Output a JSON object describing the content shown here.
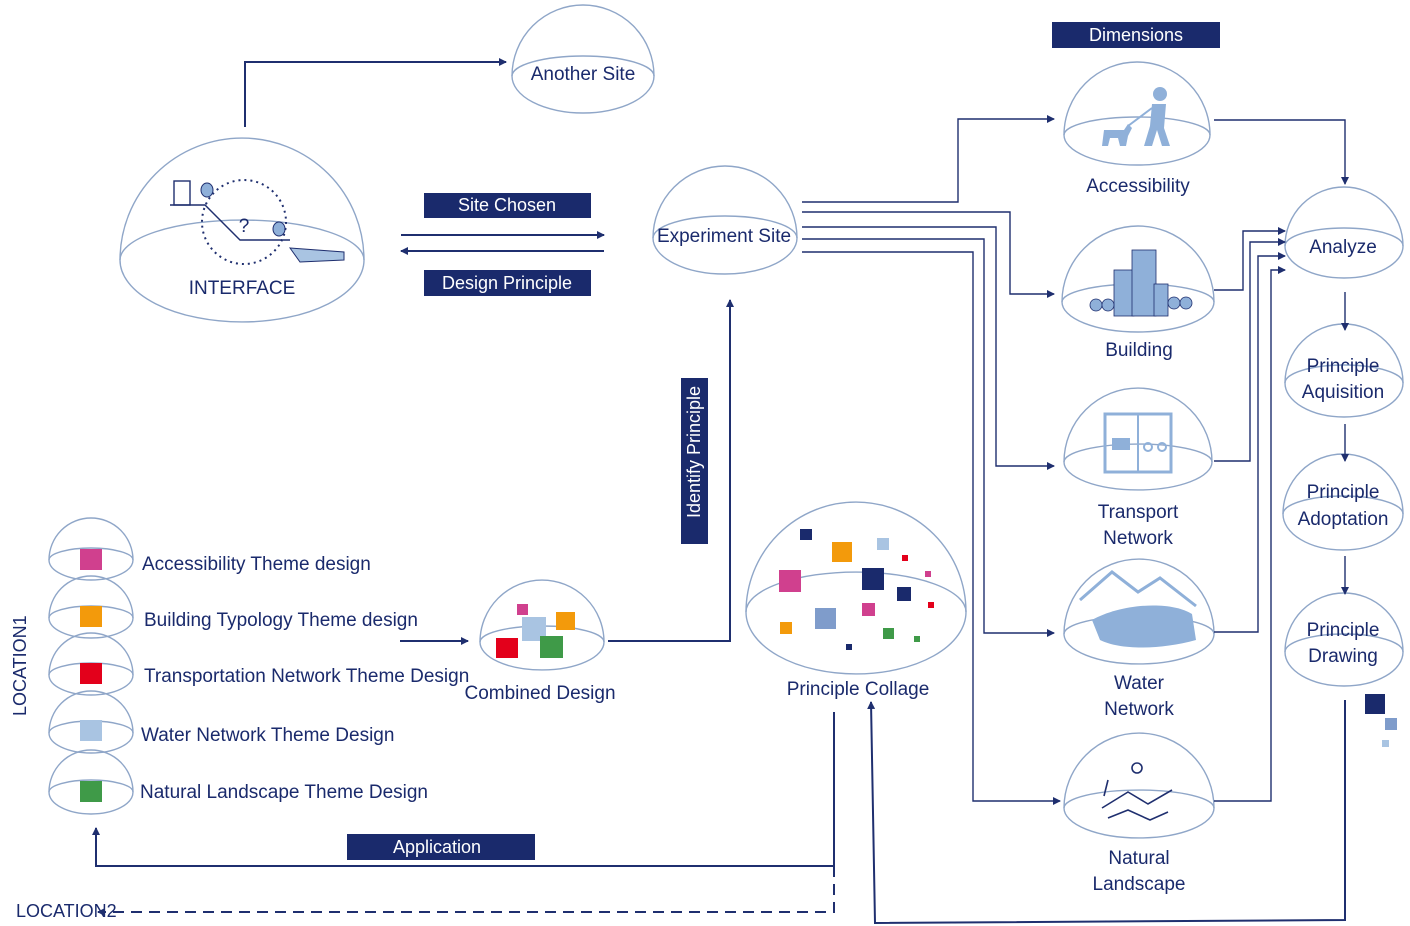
{
  "header": {
    "dimensions_label": "Dimensions"
  },
  "nodes": {
    "interface": "INTERFACE",
    "interface_question": "?",
    "another_site": "Another Site",
    "experiment_site": "Experiment Site",
    "accessibility": "Accessibility",
    "building": "Building",
    "transport": [
      "Transport",
      "Network"
    ],
    "water": [
      "Water",
      "Network"
    ],
    "natural": [
      "Natural",
      "Landscape"
    ],
    "analyze": "Analyze",
    "principle_aquisition": [
      "Principle",
      "Aquisition"
    ],
    "principle_adoptation": [
      "Principle",
      "Adoptation"
    ],
    "principle_drawing": [
      "Principle",
      "Drawing"
    ],
    "combined_design": "Combined Design",
    "principle_collage": "Principle Collage"
  },
  "arrow_labels": {
    "site_chosen": "Site Chosen",
    "design_principle": "Design Principle",
    "identify_principle": "Identify Principle",
    "application": "Application"
  },
  "themes": [
    {
      "label": "Accessibility Theme design",
      "color": "#d0408e"
    },
    {
      "label": "Building Typology Theme design",
      "color": "#f39a0b"
    },
    {
      "label": "Transportation Network Theme Design",
      "color": "#e3001b"
    },
    {
      "label": "Water Network Theme Design",
      "color": "#a9c4e2"
    },
    {
      "label": "Natural Landscape Theme Design",
      "color": "#3f9a48"
    }
  ],
  "locations": {
    "location1": "LOCATION1",
    "location2": "LOCATION2"
  },
  "colors": {
    "navy": "#1a2a6c",
    "dome_stroke": "#8fa6c8",
    "box_fill": "#1a2a6c",
    "icon_blue": "#8fb0d9"
  }
}
